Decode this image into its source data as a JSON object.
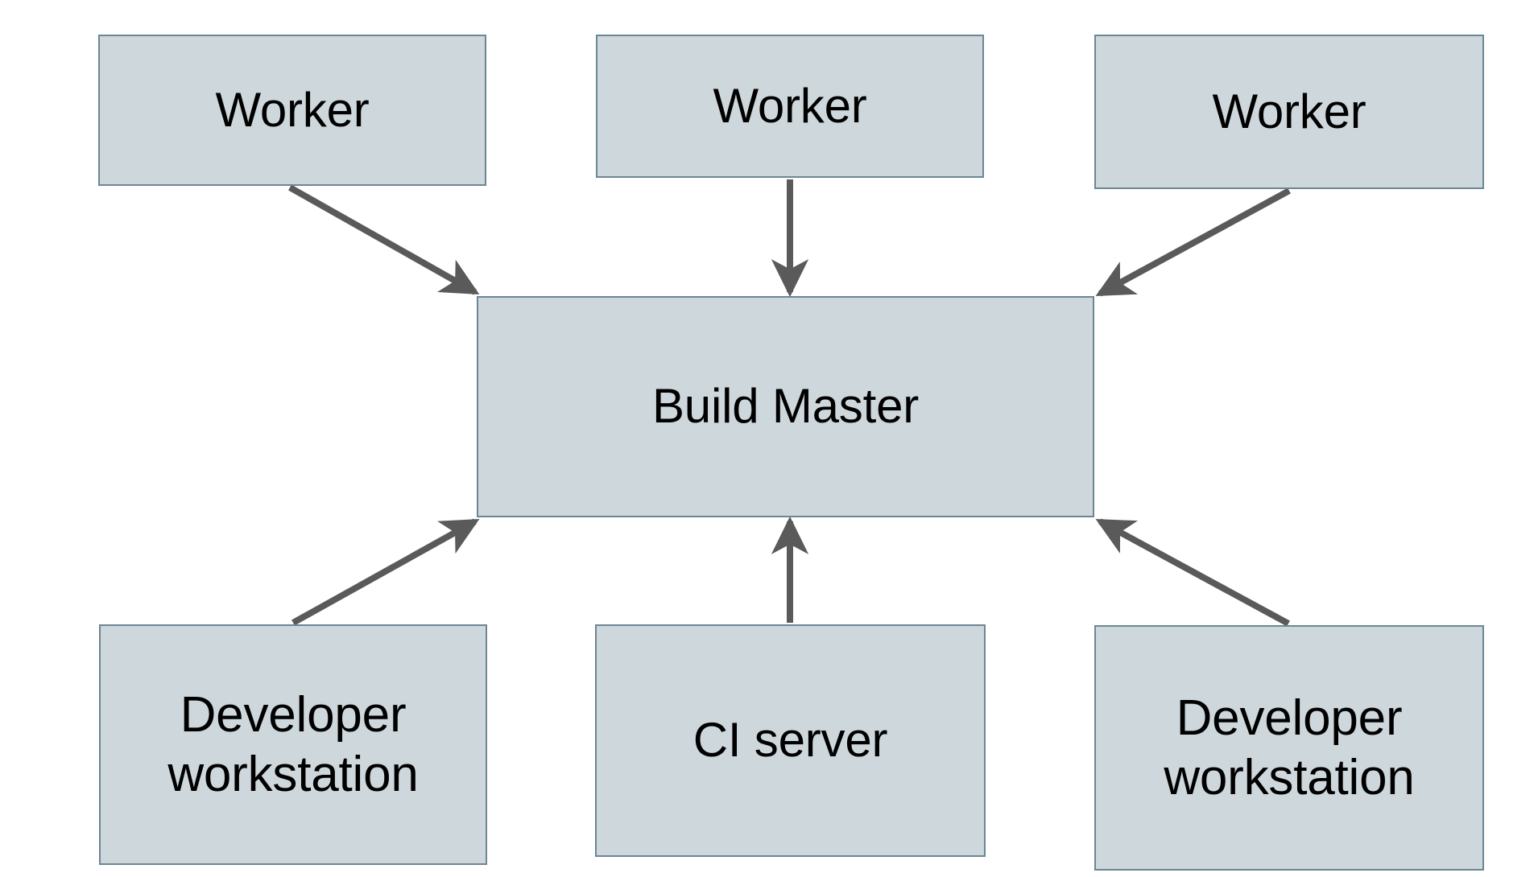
{
  "diagram": {
    "type": "block-architecture",
    "background_color": "#ffffff",
    "node_fill": "#ced7db",
    "node_border": "#6c8694",
    "edge_color": "#5a5a5a",
    "text_color": "#000000",
    "nodes": [
      {
        "id": "worker-1",
        "label": "Worker"
      },
      {
        "id": "worker-2",
        "label": "Worker"
      },
      {
        "id": "worker-3",
        "label": "Worker"
      },
      {
        "id": "build-master",
        "label": "Build Master"
      },
      {
        "id": "dev-left",
        "label": "Developer\nworkstation"
      },
      {
        "id": "ci-server",
        "label": "CI server"
      },
      {
        "id": "dev-right",
        "label": "Developer\nworkstation"
      }
    ],
    "edges": [
      {
        "id": "edge-worker1-to-master",
        "from": "worker-1",
        "to": "build-master",
        "direction": "down-right"
      },
      {
        "id": "edge-worker2-to-master",
        "from": "worker-2",
        "to": "build-master",
        "direction": "down"
      },
      {
        "id": "edge-worker3-to-master",
        "from": "worker-3",
        "to": "build-master",
        "direction": "down-left"
      },
      {
        "id": "edge-devleft-to-master",
        "from": "dev-left",
        "to": "build-master",
        "direction": "up-right"
      },
      {
        "id": "edge-ci-to-master",
        "from": "ci-server",
        "to": "build-master",
        "direction": "up"
      },
      {
        "id": "edge-devright-to-master",
        "from": "dev-right",
        "to": "build-master",
        "direction": "up-left"
      }
    ]
  }
}
